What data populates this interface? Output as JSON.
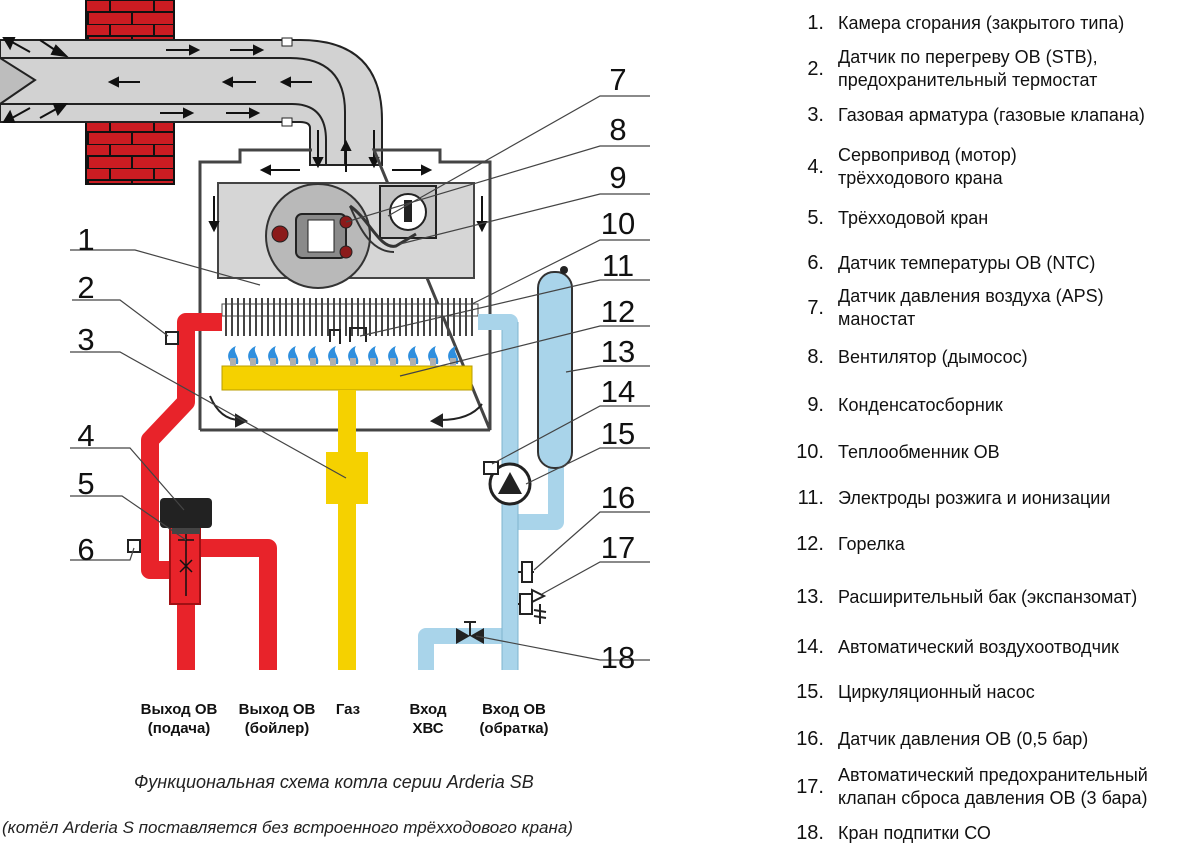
{
  "legend": [
    {
      "num": "1.",
      "lines": [
        "Камера сгорания (закрытого типа)"
      ]
    },
    {
      "num": "2.",
      "lines": [
        "Датчик по перегреву ОВ (STB),",
        "предохранительный термостат"
      ]
    },
    {
      "num": "3.",
      "lines": [
        "Газовая арматура (газовые клапана)"
      ]
    },
    {
      "num": "4.",
      "lines": [
        "Сервопривод (мотор)",
        "трёхходового крана"
      ]
    },
    {
      "num": "5.",
      "lines": [
        "Трёхходовой кран"
      ]
    },
    {
      "num": "6.",
      "lines": [
        "Датчик температуры ОВ (NTC)"
      ]
    },
    {
      "num": "7.",
      "lines": [
        "Датчик давления воздуха (APS)",
        "маностат"
      ]
    },
    {
      "num": "8.",
      "lines": [
        "Вентилятор (дымосос)"
      ]
    },
    {
      "num": "9.",
      "lines": [
        "Конденсатосборник"
      ]
    },
    {
      "num": "10.",
      "lines": [
        "Теплообменник ОВ"
      ]
    },
    {
      "num": "11.",
      "lines": [
        "Электроды розжига и ионизации"
      ]
    },
    {
      "num": "12.",
      "lines": [
        "Горелка"
      ]
    },
    {
      "num": "13.",
      "lines": [
        "Расширительный бак (экспанзомат)"
      ]
    },
    {
      "num": "14.",
      "lines": [
        "Автоматический воздухоотводчик"
      ]
    },
    {
      "num": "15.",
      "lines": [
        "Циркуляционный насос"
      ]
    },
    {
      "num": "16.",
      "lines": [
        "Датчик давления ОВ (0,5 бар)"
      ]
    },
    {
      "num": "17.",
      "lines": [
        "Автоматический предохранительный",
        "клапан сброса давления ОВ (3 бара)"
      ]
    },
    {
      "num": "18.",
      "lines": [
        "Кран подпитки СО"
      ]
    }
  ],
  "callouts": [
    "1",
    "2",
    "3",
    "4",
    "5",
    "6",
    "7",
    "8",
    "9",
    "10",
    "11",
    "12",
    "13",
    "14",
    "15",
    "16",
    "17",
    "18"
  ],
  "bottom_labels": [
    {
      "lines": [
        "Выход ОВ",
        "(подача)"
      ]
    },
    {
      "lines": [
        "Выход ОВ",
        "(бойлер)"
      ]
    },
    {
      "lines": [
        "Газ"
      ]
    },
    {
      "lines": [
        "Вход",
        "ХВС"
      ]
    },
    {
      "lines": [
        "Вход ОВ",
        "(обратка)"
      ]
    }
  ],
  "caption": {
    "title": "Функциональная схема котла серии Arderia SB",
    "note": "(котёл Arderia S поставляется  без встроенного трёхходового крана)"
  },
  "colors": {
    "supply": "#e8232a",
    "return": "#a9d4ea",
    "gas": "#f5d100",
    "flue": "#cfcfcf",
    "brick": "#cc1c22",
    "flame": "#2f8fde"
  }
}
